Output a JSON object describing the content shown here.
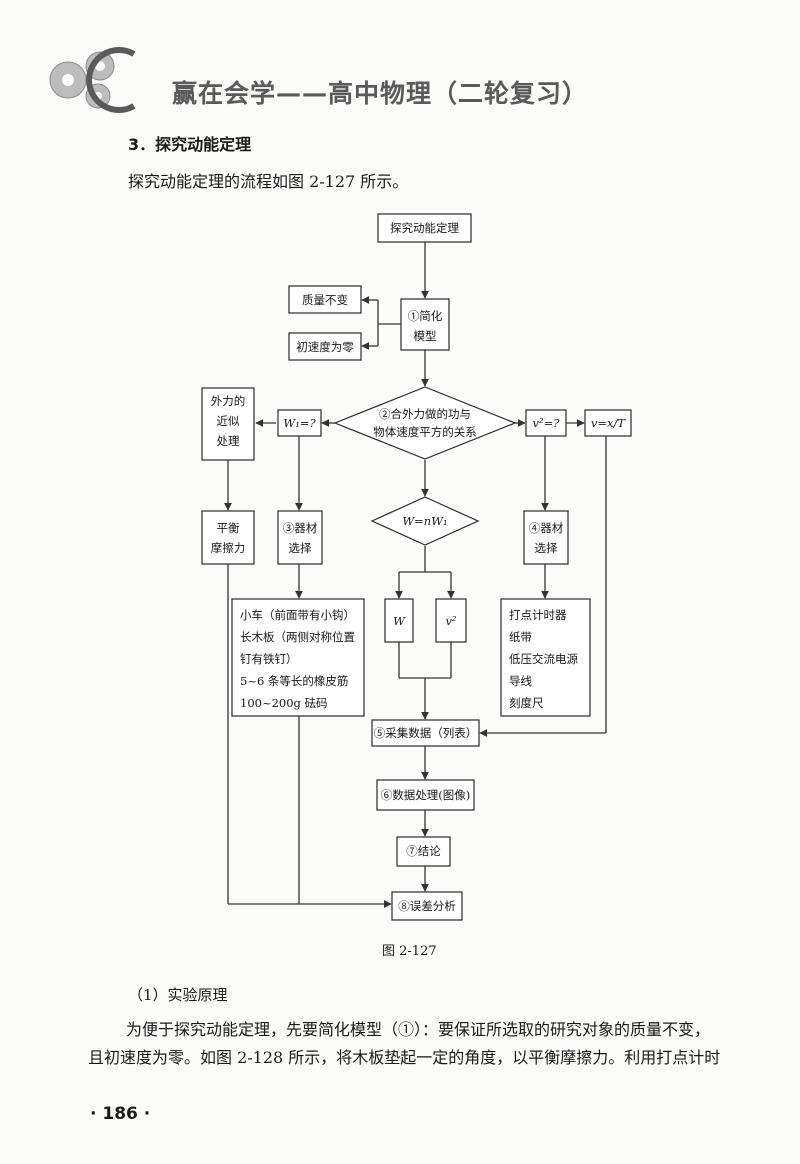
{
  "header": {
    "title": "赢在会学——高中物理（二轮复习）",
    "accent": "#5a5a5a"
  },
  "section": {
    "title": "3．探究动能定理",
    "intro": "探究动能定理的流程如图 2-127 所示。"
  },
  "flowchart": {
    "top": "探究动能定理",
    "mass_fixed": "质量不变",
    "v0_zero": "初速度为零",
    "simplify": [
      "①简化",
      "模型"
    ],
    "external_force": [
      "外力的",
      "近似",
      "处理"
    ],
    "w1": "W₁=?",
    "relation": [
      "②合外力做的功与",
      "物体速度平方的关系"
    ],
    "v2q": "v²=?",
    "vxt": "v=x/T",
    "balance": [
      "平衡",
      "摩擦力"
    ],
    "equip_left": [
      "③器材",
      "选择"
    ],
    "wnw": "W=nW₁",
    "equip_right": [
      "④器材",
      "选择"
    ],
    "w": "W",
    "v2": "v²",
    "materials_left": [
      "小车（前面带有小钩）",
      "长木板（两侧对称位置",
      "钉有铁钉）",
      "5~6 条等长的橡皮筋",
      "100~200g 砝码"
    ],
    "materials_right": [
      "打点计时器",
      "纸带",
      "低压交流电源",
      "导线",
      "刻度尺"
    ],
    "collect": "⑤采集数据（列表）",
    "process": "⑥数据处理(图像)",
    "conclude": "⑦结论",
    "error": "⑧误差分析"
  },
  "figure_caption": "图 2-127",
  "subsection": "（1）实验原理",
  "paragraph": [
    "为便于探究动能定理，先要简化模型（①）：要保证所选取的研究对象的质量不变，",
    "且初速度为零。如图 2-128 所示，将木板垫起一定的角度，以平衡摩擦力。利用打点计时"
  ],
  "page_number": "· 186 ·"
}
